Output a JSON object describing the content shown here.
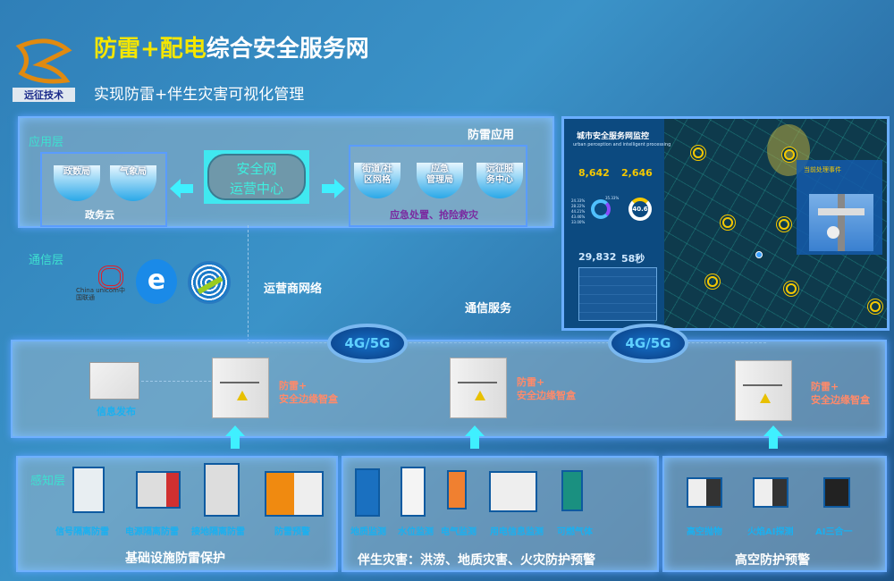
{
  "header": {
    "logo_text": "远征技术",
    "title_yellow": "防雷+配电",
    "title_white": "综合安全服务网",
    "subtitle": "实现防雷+伴生灾害可视化管理"
  },
  "app_layer": {
    "label": "应用层",
    "right_title": "防雷应用",
    "gov": {
      "items": [
        "政数局",
        "气象局"
      ],
      "caption": "政务云"
    },
    "center": "安全网\n运营中心",
    "center_l1": "安全网",
    "center_l2": "运营中心",
    "emergency": {
      "items": [
        [
          "街道/社",
          "区网格"
        ],
        [
          "应急",
          "管理局"
        ],
        [
          "远征服",
          "务中心"
        ]
      ],
      "caption": "应急处置、抢险救灾"
    }
  },
  "comm_layer": {
    "label": "通信层",
    "operator_network": "运营商网络",
    "comm_service": "通信服务",
    "unicom_text": "China unicom中国联通",
    "band_labels": [
      "4G/5G",
      "4G/5G"
    ]
  },
  "dashboard": {
    "title": "城市安全服务网监控",
    "subtitle": "urban perception and intelligent processing",
    "stat1": "8,642",
    "stat2": "2,646",
    "donut_value": "40.6",
    "stat3": "29,832",
    "stat4": "58秒",
    "event_title": "当前处理事件",
    "legend_values": [
      "24.33%",
      "28.22%",
      "44.21%",
      "43.46%",
      "33.00%",
      "35.33%"
    ]
  },
  "edge": {
    "info_label": "信息发布",
    "boxes": [
      {
        "l1": "防雷+",
        "l2": "安全边缘智盒"
      },
      {
        "l1": "防雷+",
        "l2": "安全边缘智盒"
      },
      {
        "l1": "防雷+",
        "l2": "安全边缘智盒"
      }
    ]
  },
  "sense": {
    "label": "感知层",
    "panels": [
      {
        "title": "基础设施防雷保护",
        "items": [
          "信号隔离防雷",
          "电源隔离防雷",
          "接地隔离防雷",
          "防雷预警"
        ]
      },
      {
        "title": "伴生灾害：洪涝、地质灾害、火灾防护预警",
        "items": [
          "地质监测",
          "水位监测",
          "电气监测",
          "用电信息监测",
          "可燃气体"
        ]
      },
      {
        "title": "高空防护预警",
        "items": [
          "高空抛物",
          "火焰AI探测",
          "AI三合一"
        ]
      }
    ]
  },
  "colors": {
    "accent_cyan": "#3ff0ff",
    "title_yellow": "#f5e600",
    "purple": "#7a2aa0",
    "label_cyan": "#3ee0d0"
  }
}
